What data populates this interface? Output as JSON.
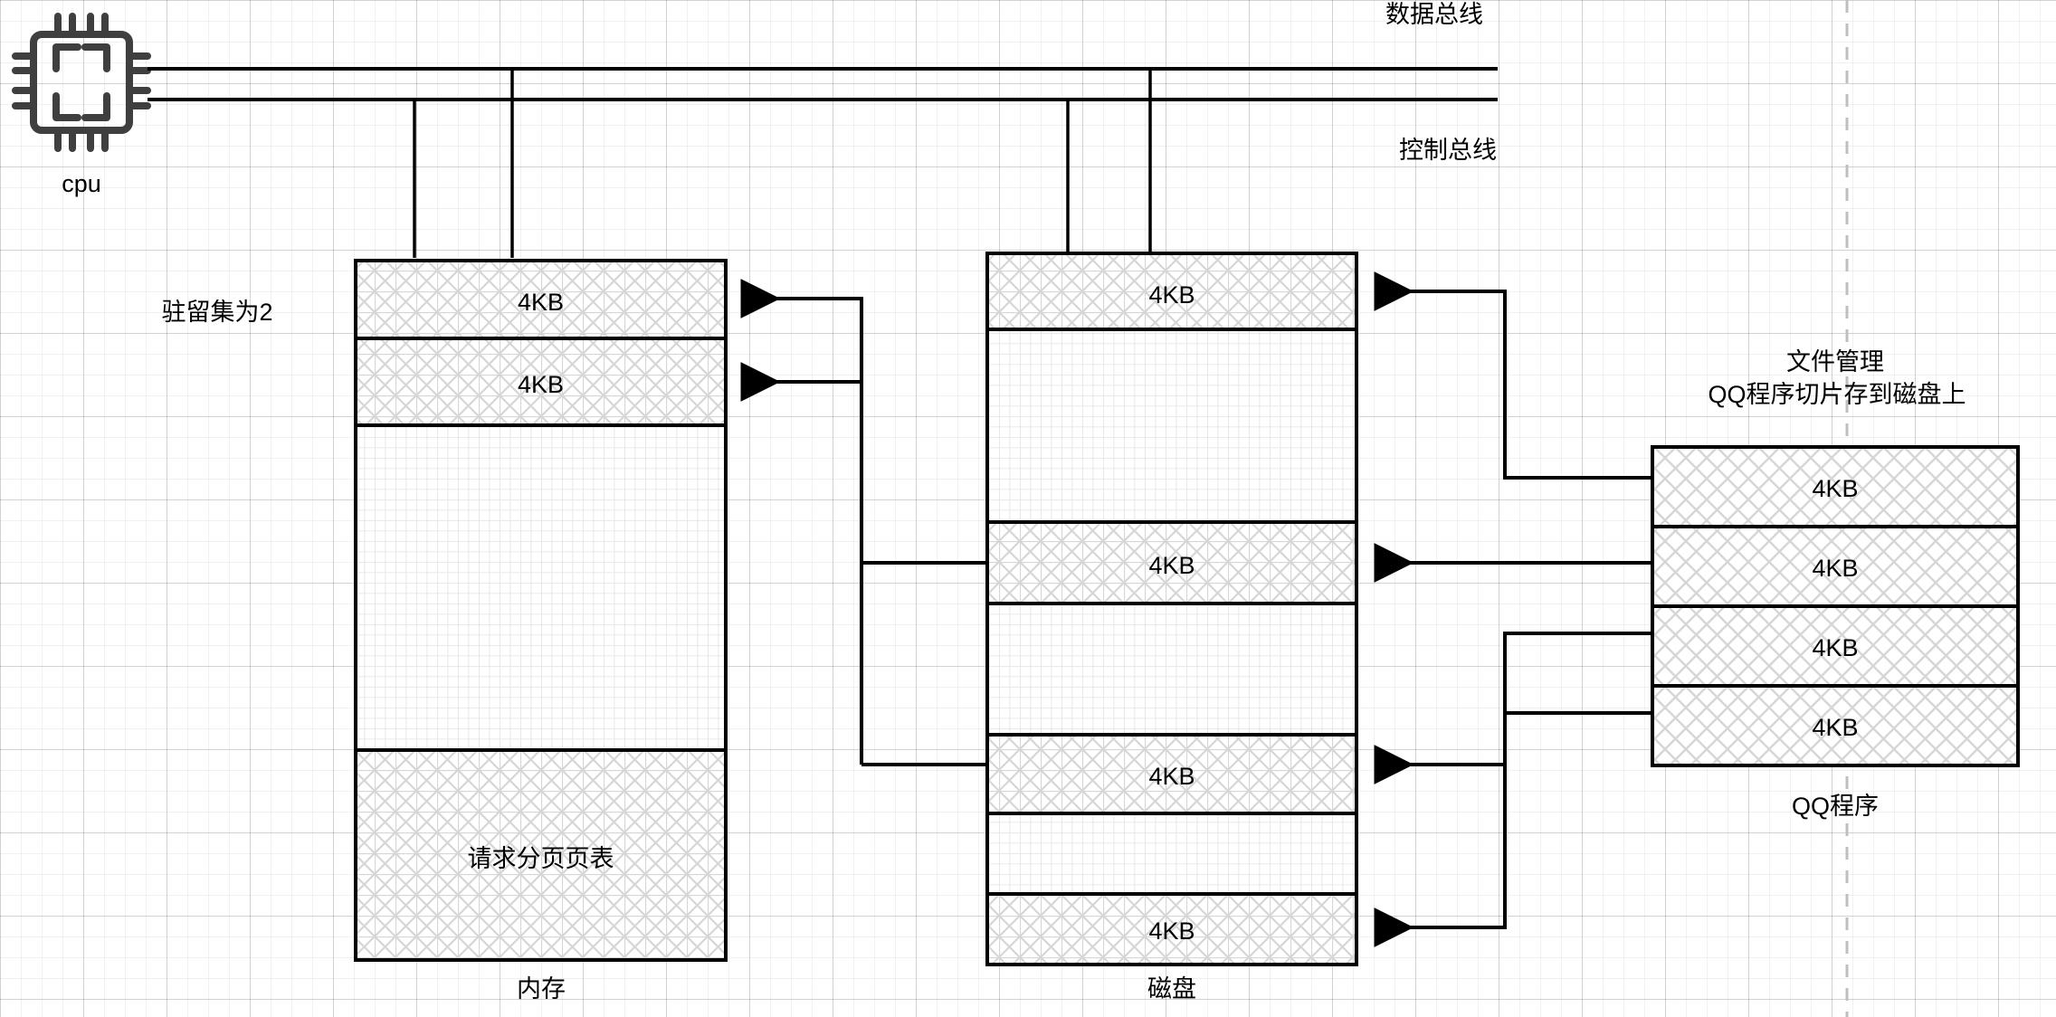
{
  "diagram": {
    "title_hint": "Demand paging / virtual memory diagram",
    "bus": {
      "data_bus_label": "数据总线",
      "control_bus_label": "控制总线"
    },
    "cpu": {
      "label": "cpu",
      "icon": "cpu-chip-icon"
    },
    "memory": {
      "caption": "内存",
      "note": "驻留集为2",
      "blocks": [
        {
          "label": "4KB",
          "filled": true
        },
        {
          "label": "4KB",
          "filled": true
        },
        {
          "label": "",
          "filled": false
        },
        {
          "label": "请求分页页表",
          "filled": true
        }
      ]
    },
    "disk": {
      "caption": "磁盘",
      "blocks": [
        {
          "label": "4KB",
          "filled": true
        },
        {
          "label": "",
          "filled": false
        },
        {
          "label": "4KB",
          "filled": true
        },
        {
          "label": "",
          "filled": false
        },
        {
          "label": "4KB",
          "filled": true
        },
        {
          "label": "",
          "filled": false
        },
        {
          "label": "4KB",
          "filled": true
        }
      ]
    },
    "program": {
      "caption": "QQ程序",
      "note_line1": "文件管理",
      "note_line2": "QQ程序切片存到磁盘上",
      "blocks": [
        {
          "label": "4KB"
        },
        {
          "label": "4KB"
        },
        {
          "label": "4KB"
        },
        {
          "label": "4KB"
        }
      ]
    },
    "colors": {
      "stroke": "#000000",
      "cpu_icon": "#3f3f3f",
      "hatch": "#d4d4d4",
      "grid_minor": "#f2f2f2",
      "grid_major": "#e0e0e0",
      "page_break": "#bfbfbf"
    }
  }
}
